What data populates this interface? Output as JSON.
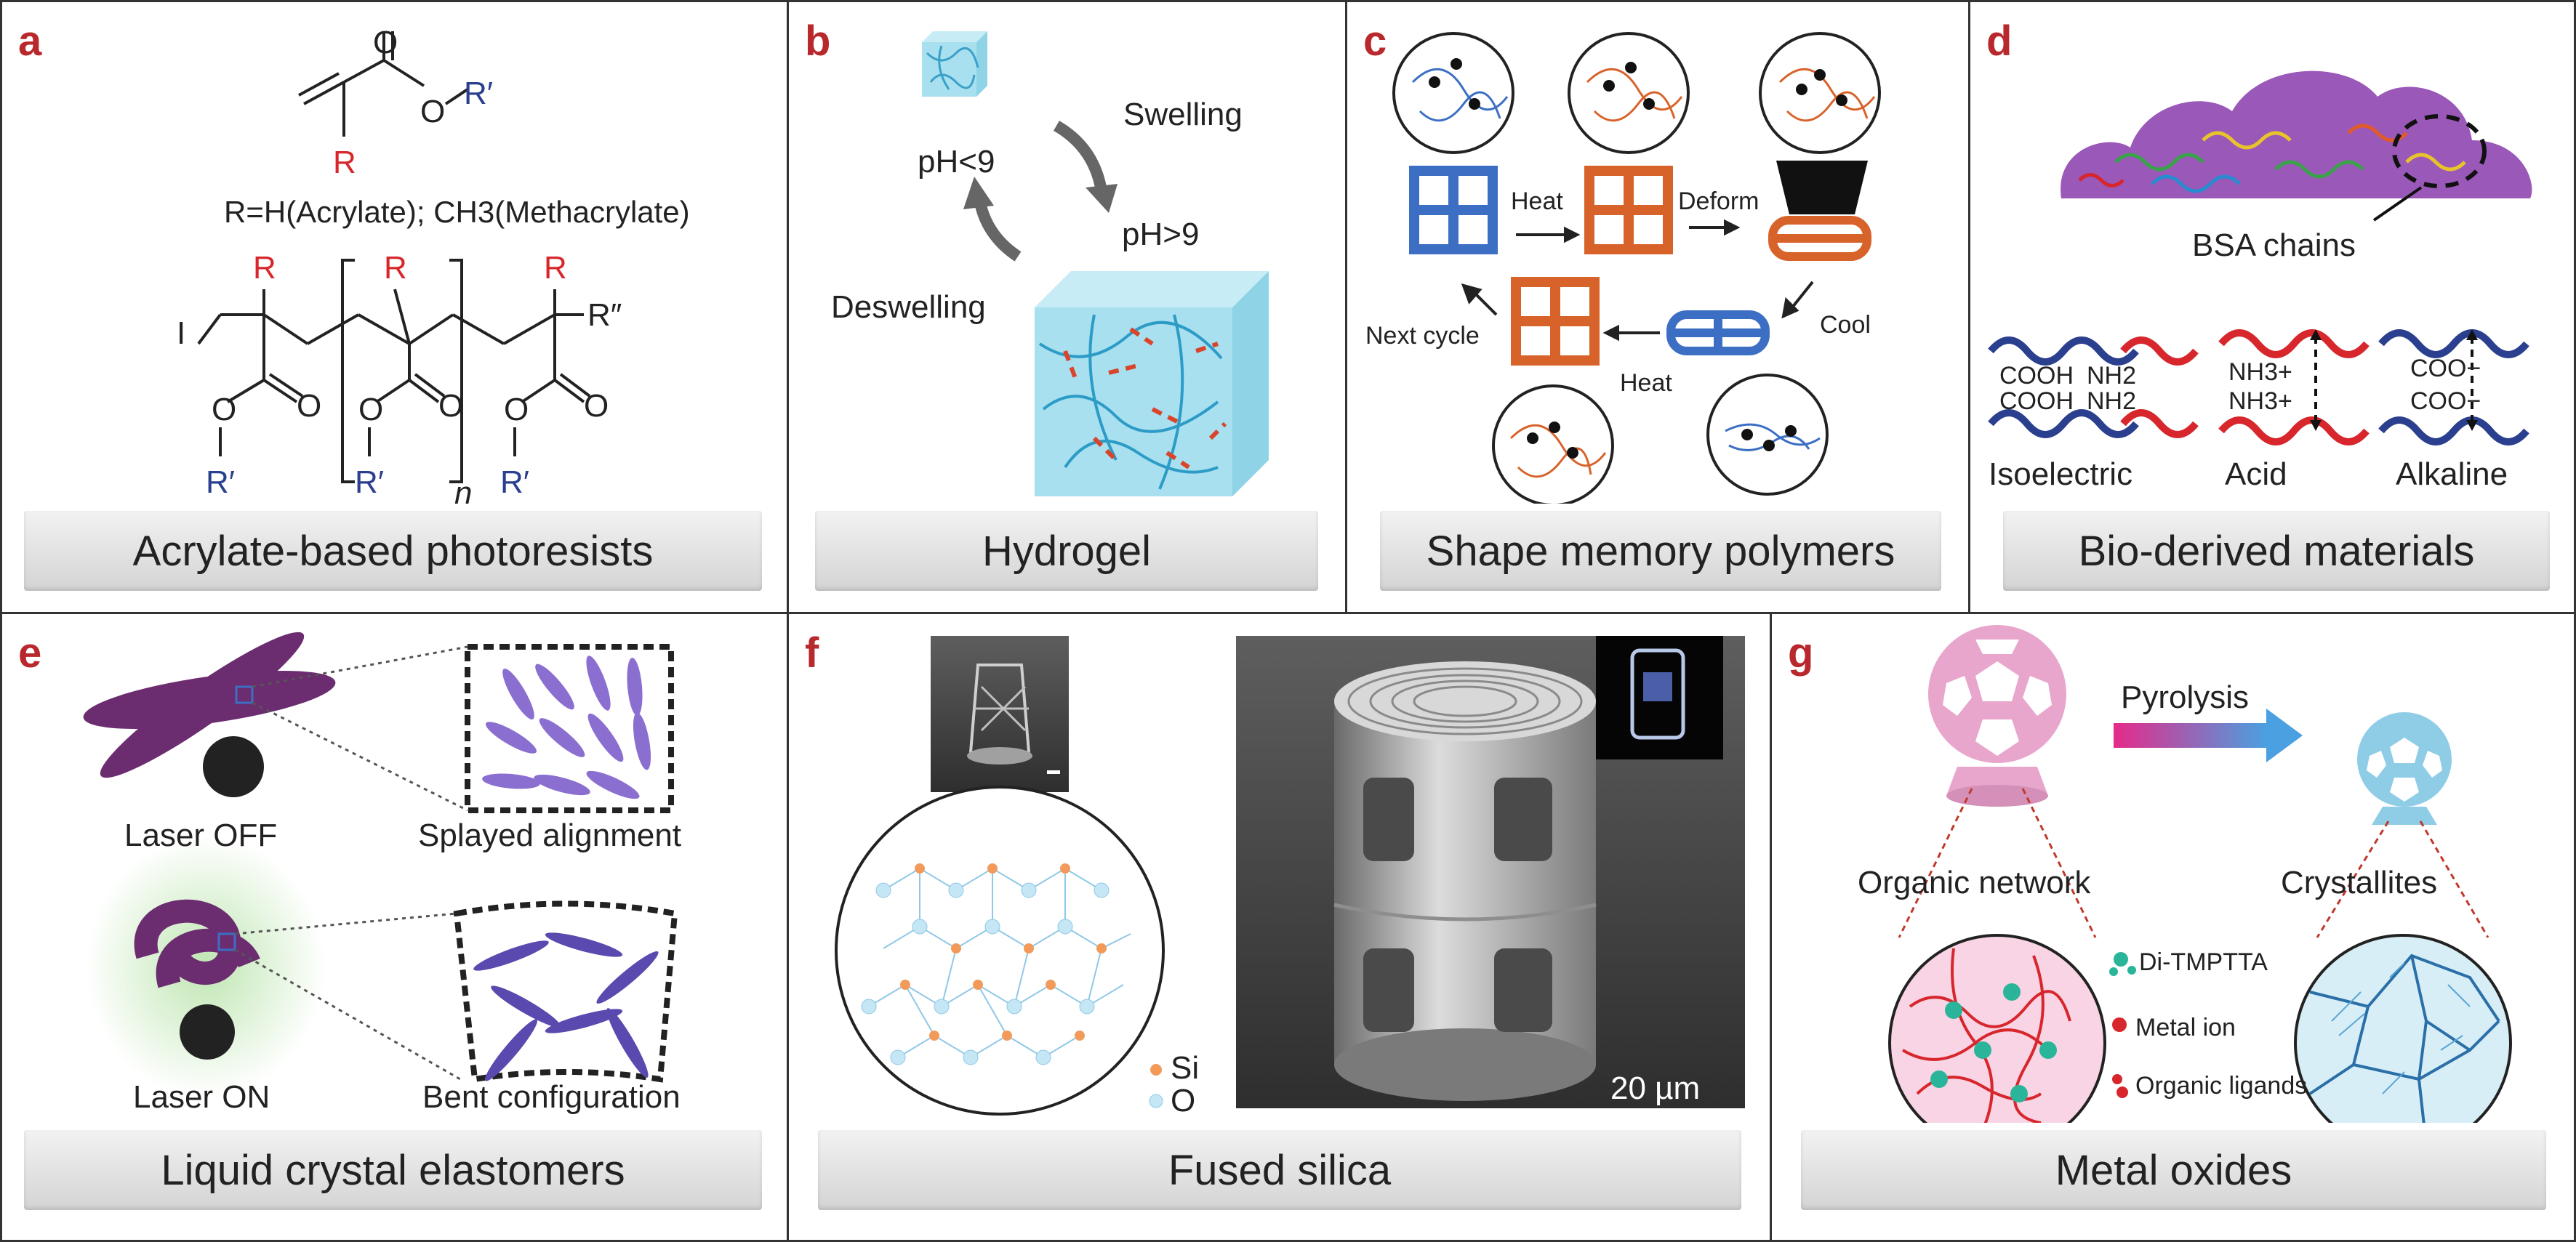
{
  "panels": {
    "a": {
      "letter": "a",
      "caption": "Acrylate-based photoresists",
      "r_def": "R=H(Acrylate); CH3(Methacrylate)",
      "atoms": {
        "O": "O",
        "R": "R",
        "Rp": "R′",
        "Rpp": "R″",
        "I": "I",
        "n": "n"
      }
    },
    "b": {
      "letter": "b",
      "caption": "Hydrogel",
      "swelling": "Swelling",
      "deswelling": "Deswelling",
      "ph_low": "pH<9",
      "ph_high": "pH>9"
    },
    "c": {
      "letter": "c",
      "caption": "Shape memory polymers",
      "heat1": "Heat",
      "deform": "Deform",
      "cool": "Cool",
      "heat2": "Heat",
      "next": "Next cycle"
    },
    "d": {
      "letter": "d",
      "caption": "Bio-derived materials",
      "bsa": "BSA chains",
      "iso": "Isoelectric",
      "acid": "Acid",
      "alk": "Alkaline",
      "cooh": "COOH",
      "nh2": "NH2",
      "nh3": "NH3+",
      "coo": "COO−"
    },
    "e": {
      "letter": "e",
      "caption": "Liquid crystal elastomers",
      "off": "Laser OFF",
      "on": "Laser ON",
      "splayed": "Splayed alignment",
      "bent": "Bent configuration"
    },
    "f": {
      "letter": "f",
      "caption": "Fused silica",
      "si": "Si",
      "o": "O",
      "scale": "20 µm"
    },
    "g": {
      "letter": "g",
      "caption": "Metal oxides",
      "pyro": "Pyrolysis",
      "organic": "Organic network",
      "cryst": "Crystallites",
      "di": "Di-TMPTTA",
      "metal": "Metal ion",
      "ligands": "Organic ligands"
    }
  },
  "colors": {
    "letter": "#b8282d",
    "red": "#d7262c",
    "blue": "#2b3f8f",
    "hydrogel": "#a8e0ef",
    "smp_blue": "#3c6fc3",
    "smp_orange": "#d8632a",
    "purple": "#9a58b8",
    "lce": "#6b2d6f",
    "pink": "#e8a6cc",
    "light_blue": "#8fcde6"
  }
}
